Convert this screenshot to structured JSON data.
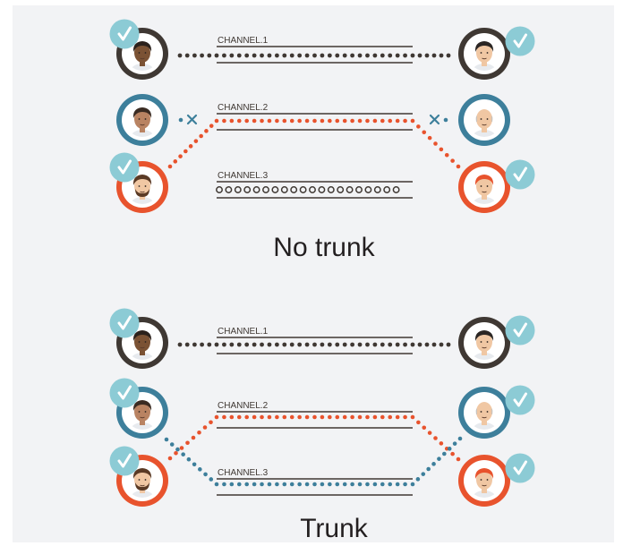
{
  "colors": {
    "dark": "#3f3833",
    "blue": "#3d7f9b",
    "orange": "#e8532d",
    "badge": "#8ccbd5",
    "panel": "#f2f3f5",
    "skin_dark": "#7b5234",
    "skin_light": "#f0c7a3",
    "skin_medium": "#b98362"
  },
  "sections": [
    {
      "caption": "No trunk",
      "channels": [
        {
          "label": "CHANNEL.1"
        },
        {
          "label": "CHANNEL.2"
        },
        {
          "label": "CHANNEL.3"
        }
      ],
      "left_users": [
        {
          "ring": "dark",
          "connected": true
        },
        {
          "ring": "blue",
          "connected": false
        },
        {
          "ring": "orange",
          "connected": true
        }
      ],
      "right_users": [
        {
          "ring": "dark",
          "connected": true
        },
        {
          "ring": "blue",
          "connected": false
        },
        {
          "ring": "orange",
          "connected": true
        }
      ]
    },
    {
      "caption": "Trunk",
      "channels": [
        {
          "label": "CHANNEL.1"
        },
        {
          "label": "CHANNEL.2"
        },
        {
          "label": "CHANNEL.3"
        }
      ],
      "left_users": [
        {
          "ring": "dark",
          "connected": true
        },
        {
          "ring": "blue",
          "connected": true
        },
        {
          "ring": "orange",
          "connected": true
        }
      ],
      "right_users": [
        {
          "ring": "dark",
          "connected": true
        },
        {
          "ring": "blue",
          "connected": true
        },
        {
          "ring": "orange",
          "connected": true
        }
      ]
    }
  ]
}
